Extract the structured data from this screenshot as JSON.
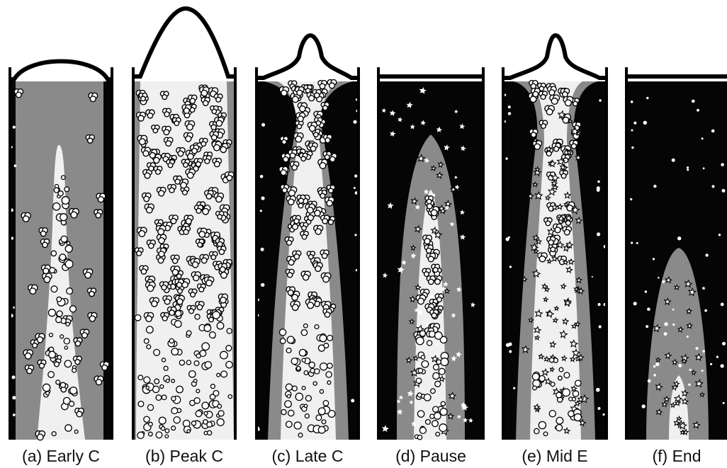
{
  "figure": {
    "panels": [
      {
        "id": "a",
        "caption": "(a) Early C",
        "lid": "dome",
        "background": "gray"
      },
      {
        "id": "b",
        "caption": "(b) Peak C",
        "lid": "tall-arch",
        "background": "light"
      },
      {
        "id": "c",
        "caption": "(c) Late C",
        "lid": "knob",
        "background": "dark"
      },
      {
        "id": "d",
        "caption": "(d) Pause",
        "lid": "flat",
        "background": "dark"
      },
      {
        "id": "e",
        "caption": "(e) Mid E",
        "lid": "knob",
        "background": "dark"
      },
      {
        "id": "f",
        "caption": "(f) End",
        "lid": "flat",
        "background": "dark"
      }
    ],
    "colors": {
      "dark": "#050505",
      "gray": "#8a8a8a",
      "light": "#f0f0f0",
      "outline": "#000000",
      "white": "#ffffff"
    }
  }
}
